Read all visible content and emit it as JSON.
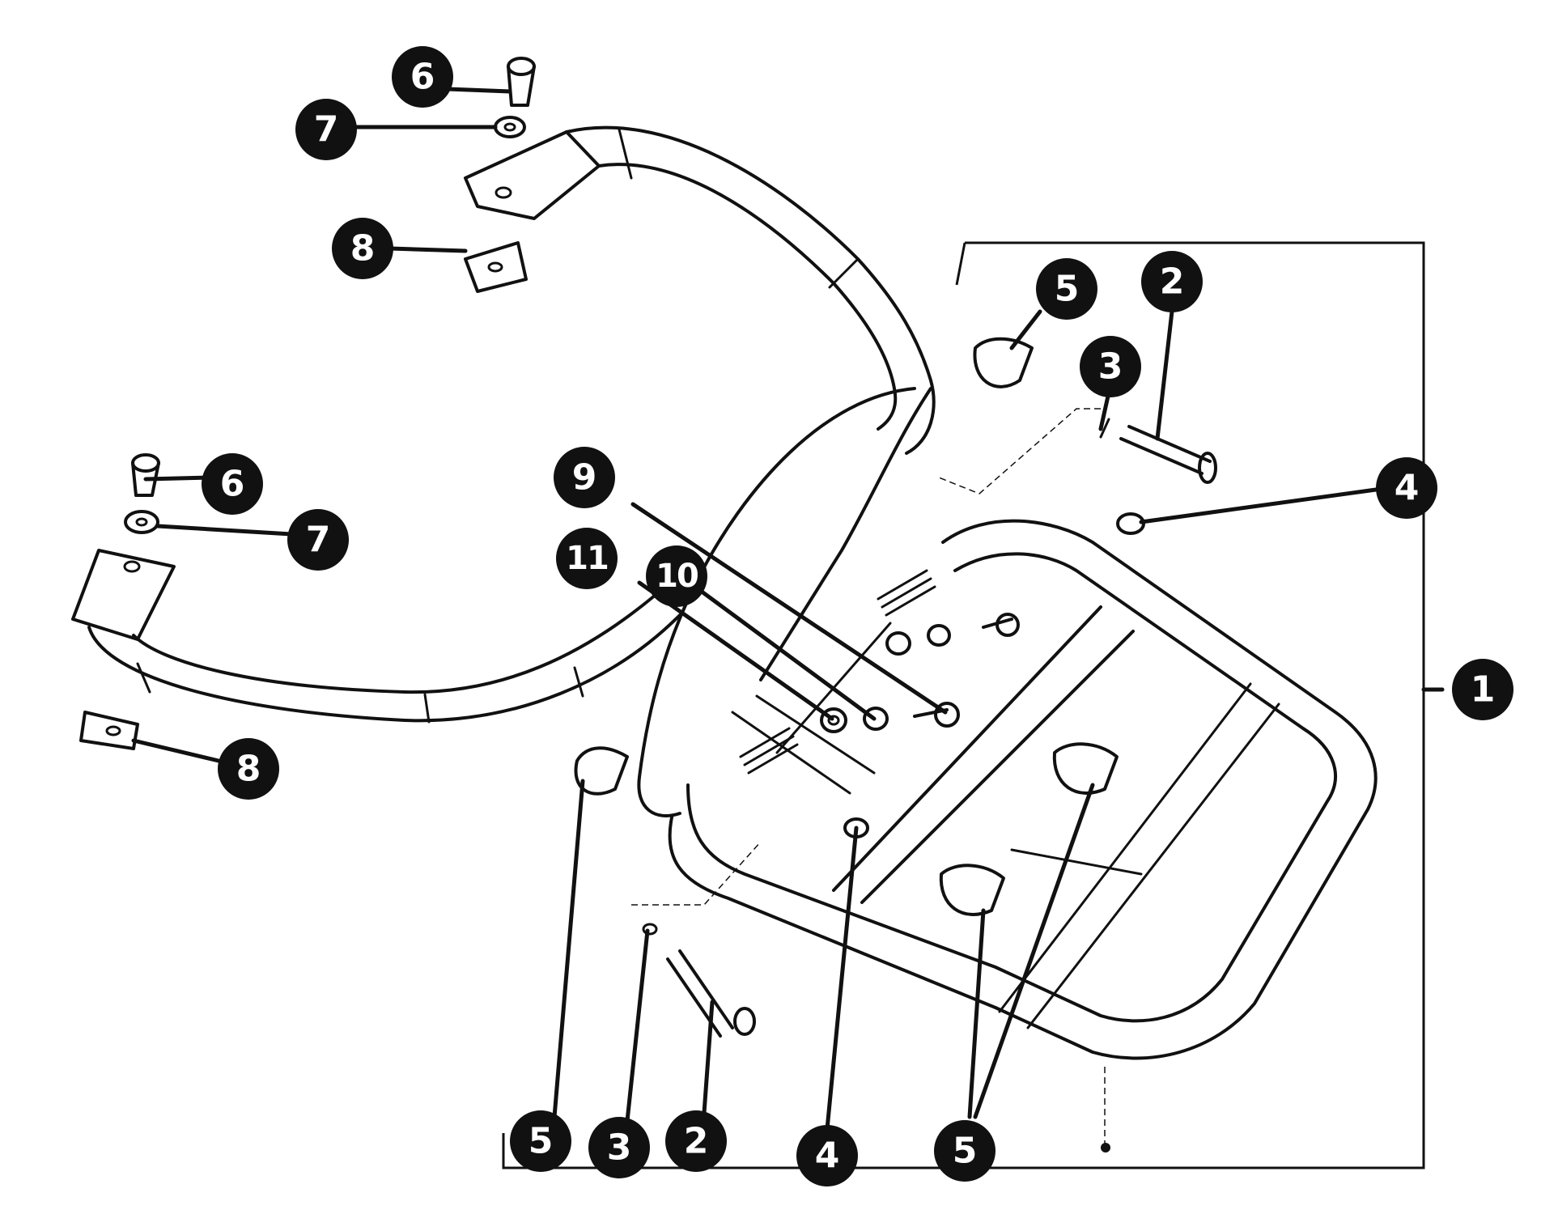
{
  "callouts": [
    {
      "id": "c1",
      "label": "1"
    },
    {
      "id": "c2a",
      "label": "2"
    },
    {
      "id": "c2b",
      "label": "2"
    },
    {
      "id": "c3a",
      "label": "3"
    },
    {
      "id": "c3b",
      "label": "3"
    },
    {
      "id": "c4a",
      "label": "4"
    },
    {
      "id": "c4b",
      "label": "4"
    },
    {
      "id": "c5a",
      "label": "5"
    },
    {
      "id": "c5b",
      "label": "5"
    },
    {
      "id": "c5c",
      "label": "5"
    },
    {
      "id": "c6a",
      "label": "6"
    },
    {
      "id": "c6b",
      "label": "6"
    },
    {
      "id": "c7a",
      "label": "7"
    },
    {
      "id": "c7b",
      "label": "7"
    },
    {
      "id": "c8a",
      "label": "8"
    },
    {
      "id": "c8b",
      "label": "8"
    },
    {
      "id": "c9",
      "label": "9"
    },
    {
      "id": "c10",
      "label": "10"
    },
    {
      "id": "c11",
      "label": "11"
    }
  ],
  "colors": {
    "ink": "#111111",
    "paper": "#ffffff",
    "badge_text": "#ffffff"
  }
}
